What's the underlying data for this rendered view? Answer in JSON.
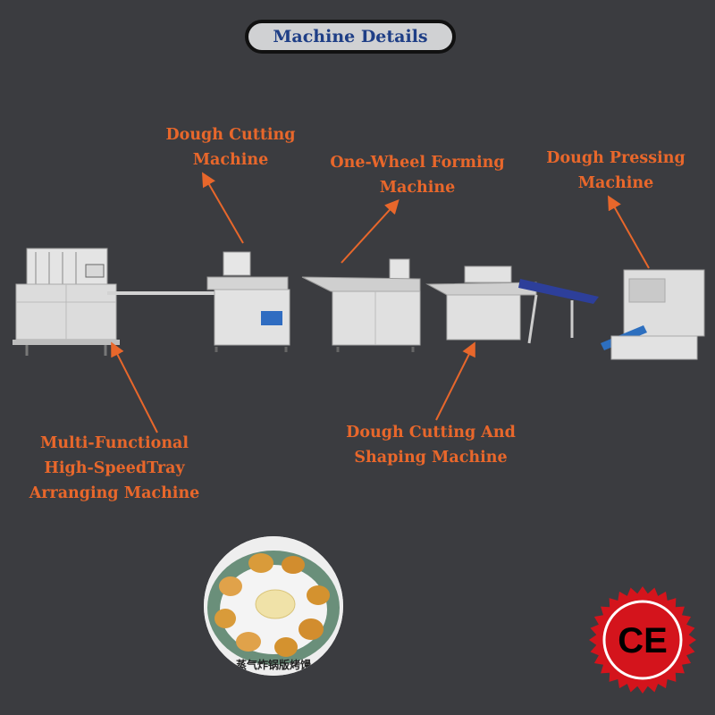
{
  "header": {
    "title": "Machine Details"
  },
  "labels": {
    "dough_cutting": [
      "Dough Cutting",
      "Machine"
    ],
    "one_wheel": [
      "One-Wheel Forming",
      "Machine"
    ],
    "dough_pressing": [
      "Dough Pressing",
      "Machine"
    ],
    "tray_arranging": [
      "Multi-Functional",
      "High-SpeedTray",
      "Arranging Machine"
    ],
    "cutting_shaping": [
      "Dough Cutting And",
      "Shaping Machine"
    ]
  },
  "photo": {
    "caption": "蒸气炸锅版烤馒"
  },
  "certification": {
    "mark": "CE"
  },
  "colors": {
    "background": "#3b3c40",
    "accent": "#e8672b",
    "title_text": "#1e3e86",
    "badge": "#d4141c"
  }
}
